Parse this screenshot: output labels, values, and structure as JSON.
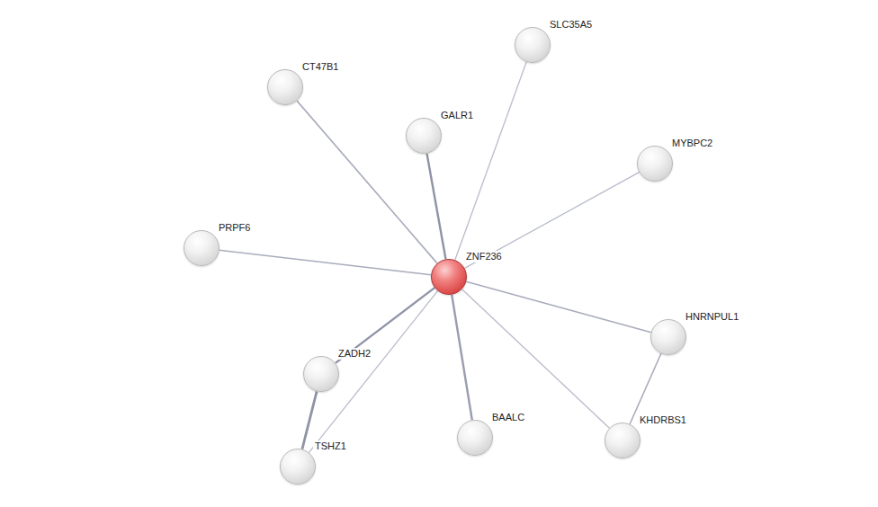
{
  "diagram": {
    "nodes": [
      {
        "text": [
          "SLC35A5"
        ]
      },
      {
        "text": [
          "CT47B1"
        ]
      },
      {
        "text": [
          "GALR1"
        ]
      },
      {
        "text": [
          "MYBPC2"
        ]
      },
      {
        "text": [
          "PRPF6"
        ]
      },
      {
        "text": [
          "ZNF236"
        ]
      },
      {
        "text": [
          "HNRNPUL1"
        ]
      },
      {
        "text": [
          "ZADH2"
        ]
      },
      {
        "text": [
          "BAALC"
        ]
      },
      {
        "text": [
          "KHDRBS1"
        ]
      },
      {
        "text": [
          "TSHZ1"
        ]
      }
    ],
    "edges": [
      {
        "from": 5,
        "to": 0,
        "arrow": "none"
      },
      {
        "from": 5,
        "to": 1,
        "arrow": "none"
      },
      {
        "from": 5,
        "to": 2,
        "arrow": "none"
      },
      {
        "from": 5,
        "to": 3,
        "arrow": "none"
      },
      {
        "from": 5,
        "to": 4,
        "arrow": "none"
      },
      {
        "from": 5,
        "to": 6,
        "arrow": "none"
      },
      {
        "from": 5,
        "to": 7,
        "arrow": "none"
      },
      {
        "from": 5,
        "to": 8,
        "arrow": "none"
      },
      {
        "from": 5,
        "to": 9,
        "arrow": "none"
      },
      {
        "from": 5,
        "to": 10,
        "arrow": "none"
      },
      {
        "from": 7,
        "to": 10,
        "arrow": "none"
      },
      {
        "from": 6,
        "to": 9,
        "arrow": "none"
      }
    ]
  }
}
